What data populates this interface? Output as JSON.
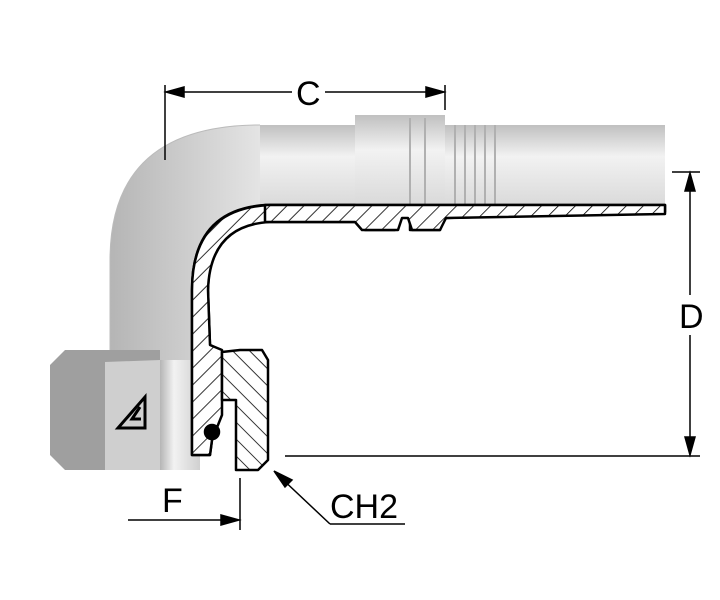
{
  "dimensions": {
    "c_label": "C",
    "d_label": "D",
    "f_label": "F",
    "ch2_label": "CH2"
  },
  "colors": {
    "body_light": "#e6e6e6",
    "body_mid": "#c8c8c8",
    "nut_dark": "#9a9a9a",
    "line": "#000000"
  },
  "logo": "manufacturer-logo"
}
